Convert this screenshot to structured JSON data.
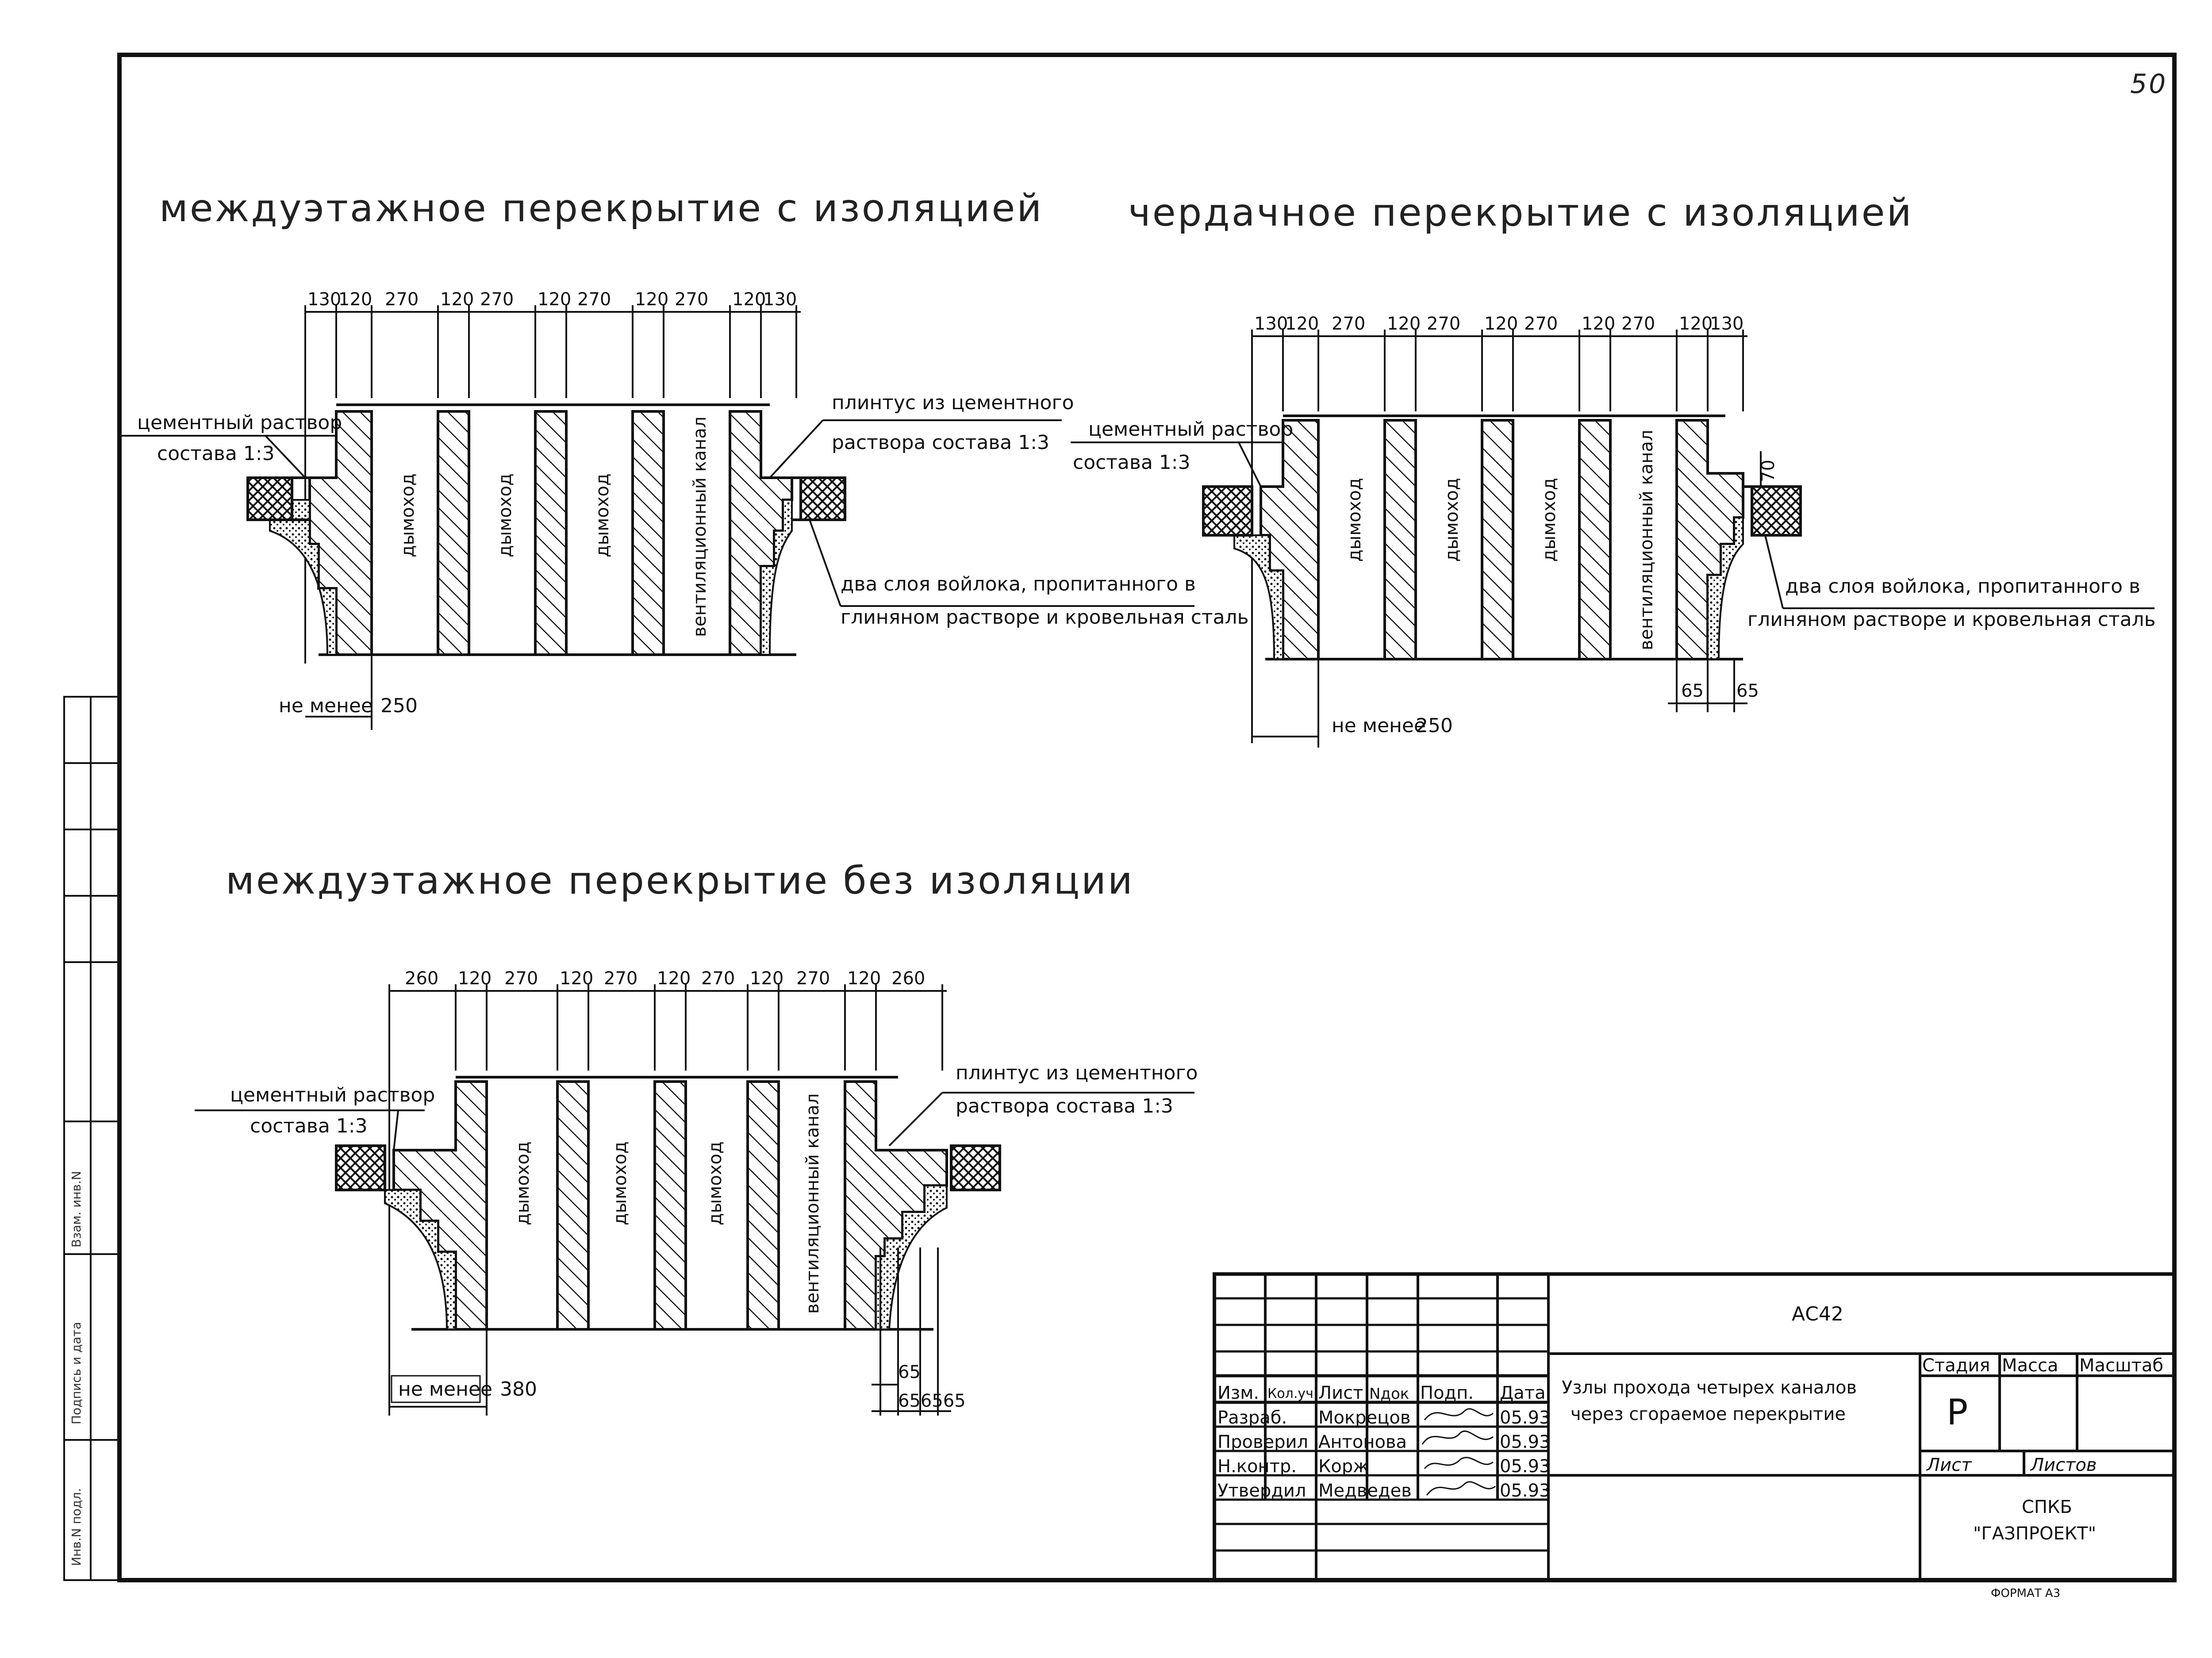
{
  "sheet_number": "50",
  "sections": [
    {
      "title": "междуэтажное перекрытие с изоляцией",
      "dims": [
        "130",
        "120",
        "270",
        "120",
        "270",
        "120",
        "270",
        "120",
        "270",
        "120",
        "130"
      ],
      "channels": [
        "дымоход",
        "дымоход",
        "дымоход",
        "вентиляционный канал"
      ],
      "label_mortar_1": "цементный раствор",
      "label_mortar_2": "состава 1:3",
      "label_plinth_1": "плинтус из цементного",
      "label_plinth_2": "раствора состава 1:3",
      "label_felt_1": "два слоя войлока, пропитанного в",
      "label_felt_2": "глиняном растворе и кровельная сталь",
      "min_label": "не менее",
      "min_value": "250"
    },
    {
      "title": "чердачное перекрытие с изоляцией",
      "dims": [
        "130",
        "120",
        "270",
        "120",
        "270",
        "120",
        "270",
        "120",
        "270",
        "120",
        "130"
      ],
      "channels": [
        "дымоход",
        "дымоход",
        "дымоход",
        "вентиляционный канал"
      ],
      "label_mortar_1": "цементный раствор",
      "label_mortar_2": "состава 1:3",
      "label_felt_1": "два слоя войлока, пропитанного в",
      "label_felt_2": "глиняном растворе и кровельная сталь",
      "dim_70": "70",
      "dim_65a": "65",
      "dim_65b": "65",
      "min_label": "не менее",
      "min_value": "250"
    },
    {
      "title": "междуэтажное перекрытие без изоляции",
      "dims": [
        "260",
        "120",
        "270",
        "120",
        "270",
        "120",
        "270",
        "120",
        "270",
        "120",
        "260"
      ],
      "channels": [
        "дымоход",
        "дымоход",
        "дымоход",
        "вентиляционный канал"
      ],
      "label_mortar_1": "цементный раствор",
      "label_mortar_2": "состава 1:3",
      "label_plinth_1": "плинтус из цементного",
      "label_plinth_2": "раствора состава 1:3",
      "min_label": "не менее",
      "min_value": "380",
      "dim_65_top": "65",
      "dim_65_row": "656565"
    }
  ],
  "title_block": {
    "code": "АС42",
    "description_1": "Узлы прохода четырех каналов",
    "description_2": "через сгораемое перекрытие",
    "headers": [
      "Изм.",
      "Кол.уч.",
      "Лист",
      "Nдок",
      "Подп.",
      "Дата"
    ],
    "rows": [
      {
        "role": "Разраб.",
        "name": "Мокрецов",
        "date": "05.93"
      },
      {
        "role": "Проверил",
        "name": "Антонова",
        "date": "05.93"
      },
      {
        "role": "Н.контр.",
        "name": "Корж",
        "date": "05.93"
      },
      {
        "role": "Утвердил",
        "name": "Медведев",
        "date": "05.93"
      }
    ],
    "stage_label": "Стадия",
    "mass_label": "Масса",
    "scale_label": "Масштаб",
    "stage_value": "Р",
    "sheet_label": "Лист",
    "sheets_label": "Листов",
    "org_1": "СПКБ",
    "org_2": "\"ГАЗПРОЕКТ\"",
    "format": "ФОРМАТ А3"
  },
  "side_stamp": [
    "Взам. инв.N",
    "Подпись и дата",
    "Инв.N подл."
  ]
}
